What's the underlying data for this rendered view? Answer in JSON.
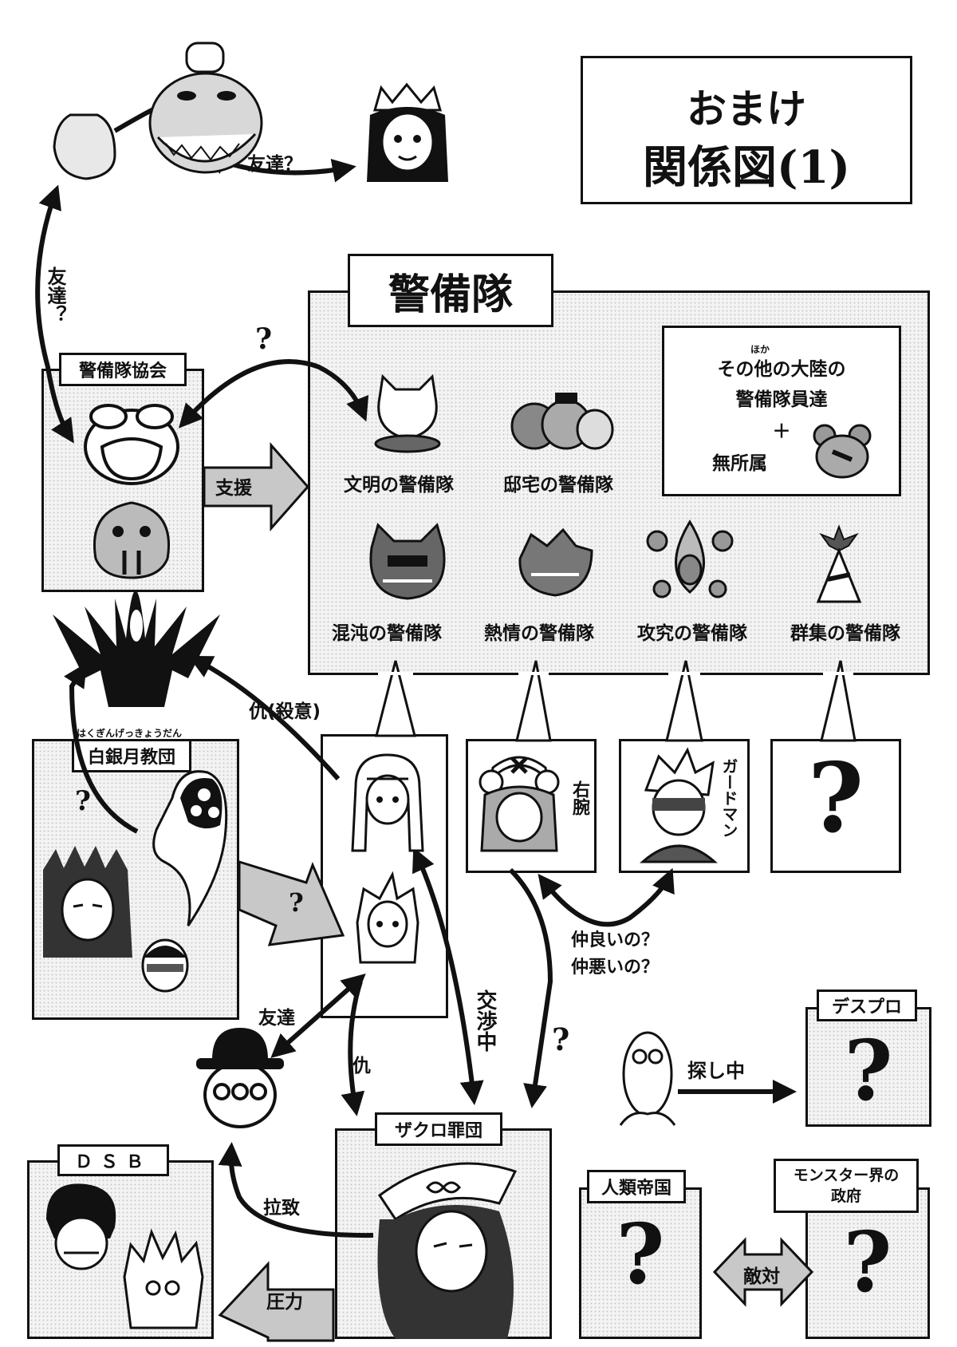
{
  "title": {
    "line1": "おまけ",
    "line2": "関係図(1)"
  },
  "keibitai": {
    "header": "警備隊",
    "other": {
      "line1": "その他の大陸の",
      "ruby": "ほか",
      "line2": "警備隊員達",
      "plus": "＋",
      "line3": "無所属"
    },
    "units": [
      "文明の警備隊",
      "邸宅の警備隊",
      "混沌の警備隊",
      "熱情の警備隊",
      "攻究の警備隊",
      "群集の警備隊"
    ]
  },
  "association": {
    "label": "警備隊協会"
  },
  "cult": {
    "label": "白銀月教団",
    "ruby": "はくぎんげっきょうだん"
  },
  "zakuro": {
    "label": "ザクロ罪団"
  },
  "dsb": {
    "label": "ＤＳＢ"
  },
  "despro": {
    "label": "デスプロ",
    "mark": "?"
  },
  "human_empire": {
    "label": "人類帝国",
    "mark": "?"
  },
  "monster_gov": {
    "line1": "モンスター界の",
    "line2": "政府",
    "mark": "?"
  },
  "members": {
    "right_arm": "右腕",
    "guardman": "ガードマン",
    "unknown": "?"
  },
  "relations": {
    "friend_q_top": "友達？",
    "friend_q_side": "友達？",
    "support": "支援",
    "q_assoc": "?",
    "revenge_kill": "仇(殺意)",
    "q_cult_left": "?",
    "q_cult_arrow": "?",
    "friend": "友達",
    "revenge": "仇",
    "negotiating": "交渉中",
    "q_zakuro": "?",
    "good_or_bad_1": "仲良いの？",
    "good_or_bad_2": "仲悪いの？",
    "searching": "探し中",
    "abduction": "拉致",
    "pressure": "圧力",
    "hostile": "敵対"
  }
}
